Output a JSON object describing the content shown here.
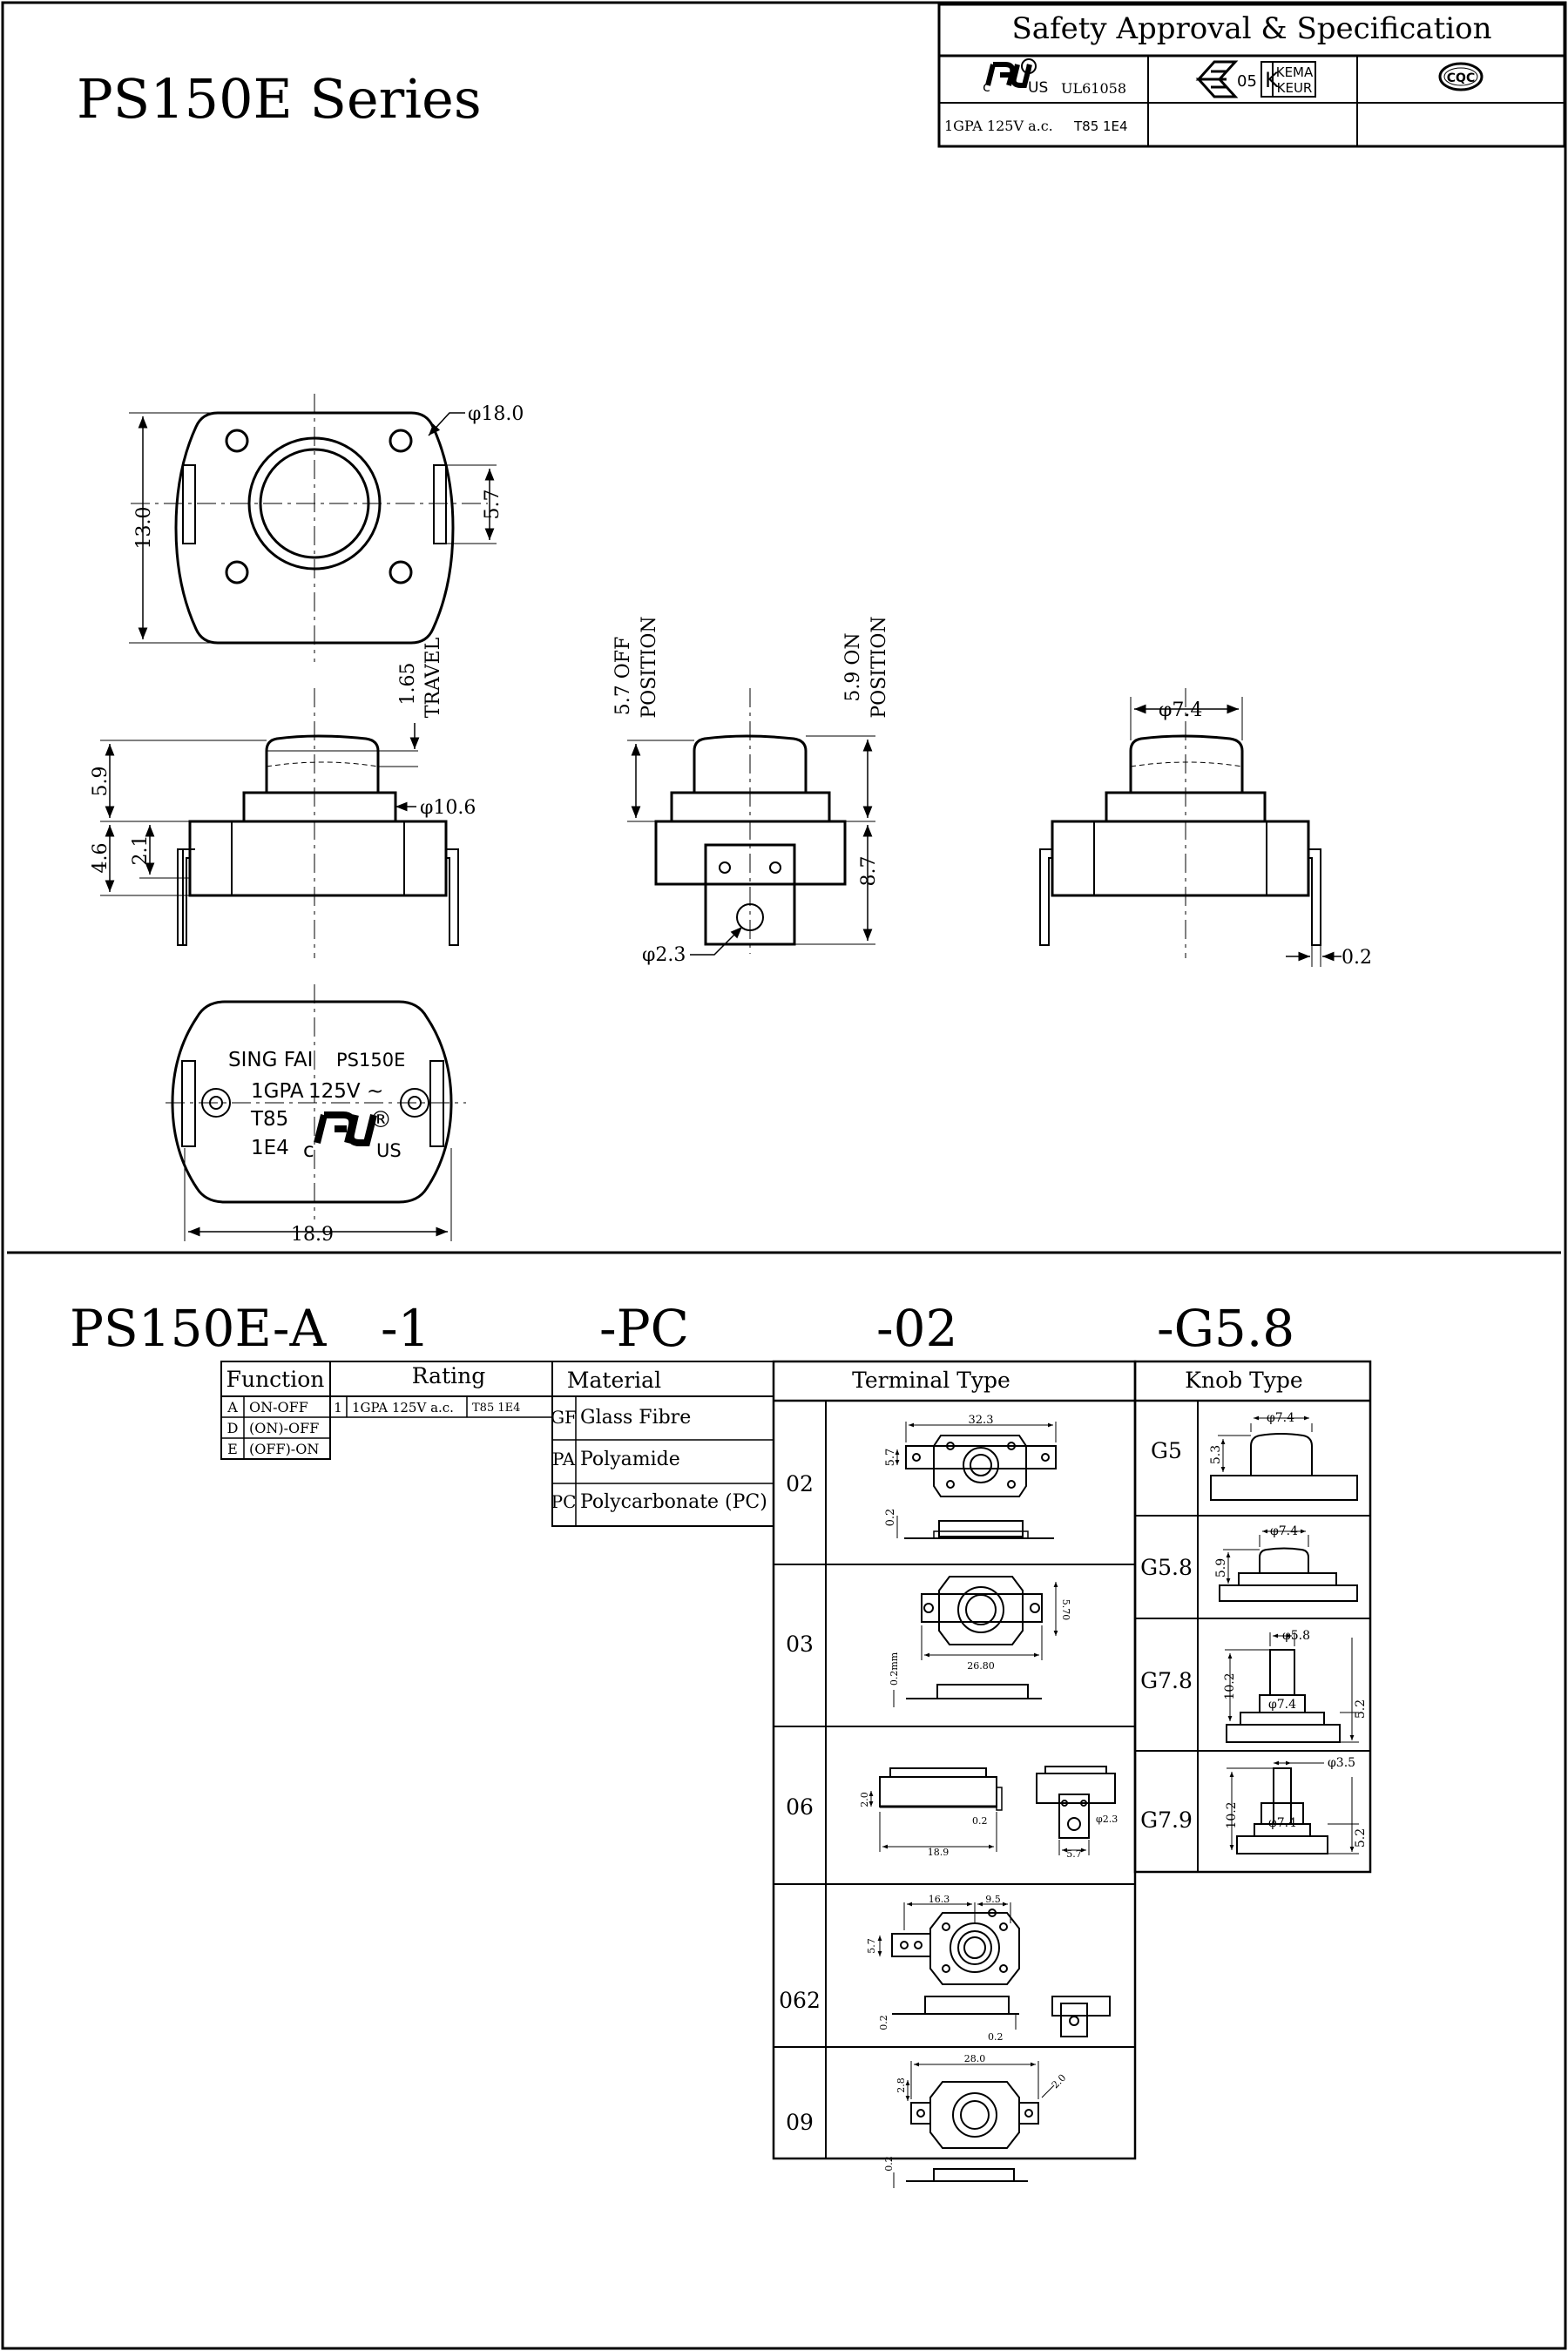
{
  "title": "PS150E Series",
  "approval": {
    "header": "Safety Approval & Specification",
    "ul_mark": {
      "left": "c",
      "right": "US",
      "standard": "UL61058"
    },
    "enec_mark": "05",
    "kema_mark": [
      "KEMA",
      "KEUR"
    ],
    "cqc_mark": "CQC",
    "ul_rating": "1GPA 125V a.c.",
    "ul_rating_codes": "T85  1E4"
  },
  "top_view": {
    "dia": "φ18.0",
    "height": "13.0",
    "pin_spacing": "5.7"
  },
  "side_view": {
    "travel": "1.65",
    "travel_label": "TRAVEL",
    "knob_h": "5.9",
    "body_h": "4.6",
    "base_h": "2.1",
    "dia_base": "φ10.6"
  },
  "front_view": {
    "off": "5.7 OFF",
    "on": "5.9 ON",
    "position_label": "POSITION",
    "height": "8.7",
    "hole": "φ2.3"
  },
  "right_view": {
    "dia": "φ7.4",
    "thick": "0.2"
  },
  "bottom_view": {
    "marking": [
      "SING FAI",
      "PS150E",
      "1GPA",
      "125V ~",
      "T85",
      "1E4",
      "c",
      "US",
      "®"
    ],
    "width": "18.9"
  },
  "part_code": {
    "series": "PS150E-A",
    "rating": "-1",
    "material": "-PC",
    "terminal": "-02",
    "knob": "-G5.8"
  },
  "function_table": {
    "headers": [
      "Function",
      "Rating"
    ],
    "rows": [
      {
        "code": "A",
        "label": "ON-OFF"
      },
      {
        "code": "D",
        "label": "(ON)-OFF"
      },
      {
        "code": "E",
        "label": "(OFF)-ON"
      }
    ],
    "rating": {
      "code": "1",
      "value": "1GPA 125V a.c.",
      "codes": "T85  1E4"
    }
  },
  "material_table": {
    "header": "Material",
    "rows": [
      {
        "code": "GF",
        "label": "Glass Fibre"
      },
      {
        "code": "PA",
        "label": "Polyamide"
      },
      {
        "code": "PC",
        "label": "Polycarbonate (PC)"
      }
    ]
  },
  "terminal_table": {
    "header": "Terminal Type",
    "rows": [
      {
        "code": "02",
        "dims": [
          "32.3",
          "5.7",
          "0.2"
        ]
      },
      {
        "code": "03",
        "dims": [
          "5.70",
          "26.80",
          "0.2mm"
        ]
      },
      {
        "code": "06",
        "dims": [
          "2.0",
          "0.2",
          "18.9",
          "φ2.3",
          "5.7"
        ]
      },
      {
        "code": "062",
        "dims": [
          "16.3",
          "9.5",
          "5.7",
          "0.2",
          "0.2"
        ]
      },
      {
        "code": "09",
        "dims": [
          "28.0",
          "2.8",
          "2.0",
          "0.2"
        ]
      }
    ]
  },
  "knob_table": {
    "header": "Knob Type",
    "rows": [
      {
        "code": "G5",
        "dims": [
          "φ7.4",
          "5.3"
        ]
      },
      {
        "code": "G5.8",
        "dims": [
          "φ7.4",
          "5.9"
        ]
      },
      {
        "code": "G7.8",
        "dims": [
          "φ5.8",
          "10.2",
          "φ7.4",
          "5.2"
        ]
      },
      {
        "code": "G7.9",
        "dims": [
          "φ3.5",
          "10.2",
          "φ7.4",
          "5.2"
        ]
      }
    ]
  }
}
